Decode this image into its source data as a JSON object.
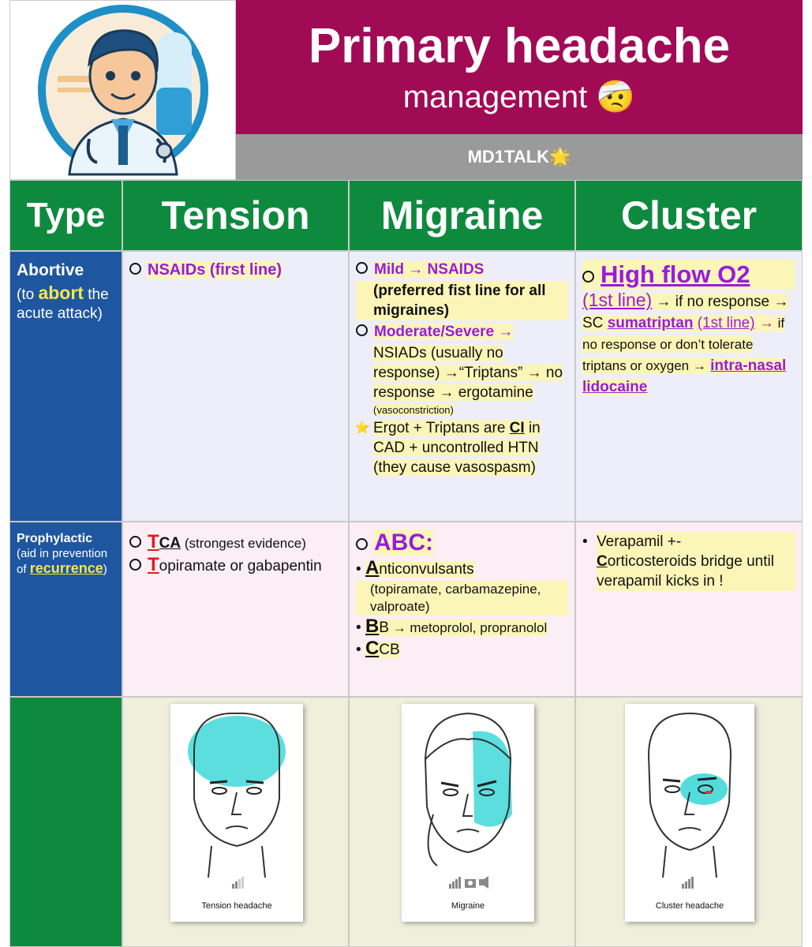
{
  "header": {
    "title": "Primary headache",
    "subtitle": "management",
    "subtitle_emoji": "🤕",
    "brand": "MD1TALK",
    "brand_emoji": "🌟"
  },
  "columns": {
    "type": "Type",
    "tension": "Tension",
    "migraine": "Migraine",
    "cluster": "Cluster"
  },
  "abortive": {
    "label": "Abortive",
    "desc_pre": "(to ",
    "desc_key": "abort",
    "desc_post": " the acute attack)",
    "tension": "NSAIDs (first line)",
    "migraine": {
      "mild": "Mild → NSAIDS",
      "mild_note": "(preferred fist line for all migraines)",
      "moderate": "Moderate/Severe →",
      "moderate_rest": "NSIADs (usually no response) →“Triptans” → no response → ergotamine",
      "vaso": "(vasoconstriction)",
      "star": "⭐",
      "ci_pre": "Ergot + Triptans are ",
      "ci": "CI",
      "ci_post": " in CAD + uncontrolled HTN (they cause vasospasm)"
    },
    "cluster": {
      "o2": "High flow O2",
      "first_line": "(1st line)",
      "r1": " → if no response → SC ",
      "suma": "sumatriptan",
      "first_line2": "(1st line)",
      "arrow": "→",
      "r2": "  if no response or don’t tolerate triptans or oxygen →",
      "lido": "intra-nasal lidocaine"
    }
  },
  "prophylactic": {
    "label": "Prophylactic",
    "desc_pre": "(aid in prevention of ",
    "desc_key": "recurrence",
    "desc_post": ")",
    "tension": {
      "t1_letter": "T",
      "t1_rest": "CA",
      "t1_note": " (strongest evidence)",
      "t2_letter": "T",
      "t2_rest": "opiramate or gabapentin"
    },
    "migraine": {
      "abc": "ABC:",
      "a_letter": "A",
      "a_rest": "nticonvulsants",
      "a_note": "(topiramate, carbamazepine, valproate)",
      "b_letter": "B",
      "b_rest": "B",
      "b_note": " → metoprolol, propranolol",
      "c_letter": "C",
      "c_rest": "CB"
    },
    "cluster": {
      "pre": "Verapamil +-",
      "c_letter": "C",
      "rest": "orticosteroids bridge until verapamil kicks in !"
    }
  },
  "images": {
    "tension_caption": "Tension headache",
    "migraine_caption": "Migraine",
    "cluster_caption": "Cluster headache",
    "highlight_color": "#3fd8d8"
  }
}
